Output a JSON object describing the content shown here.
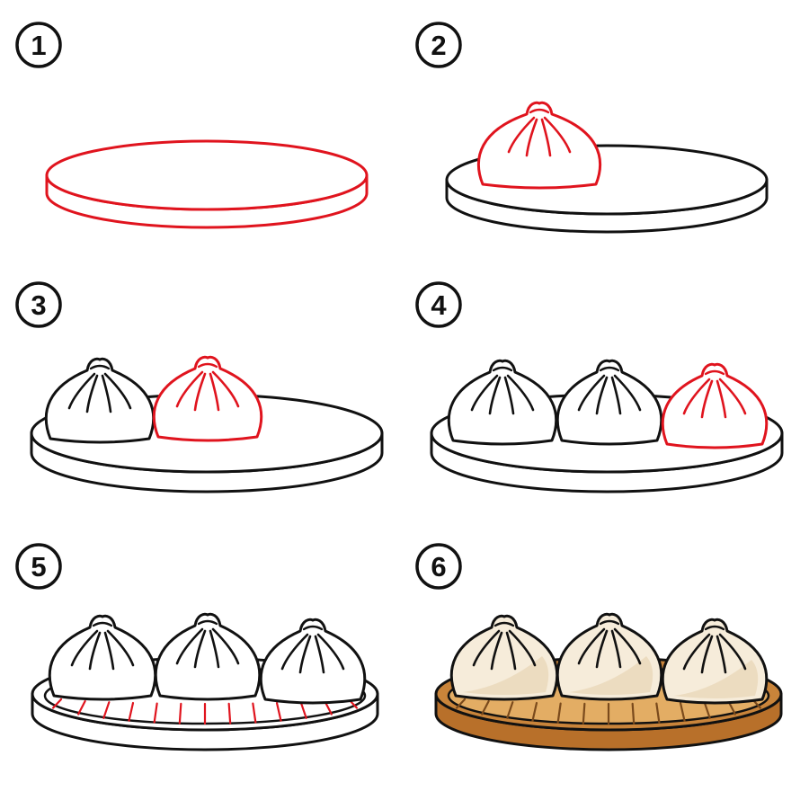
{
  "steps": [
    {
      "number": "1",
      "new_parts": [
        "plate"
      ],
      "plate": "plain",
      "buns": 0
    },
    {
      "number": "2",
      "new_parts": [
        "bun"
      ],
      "plate": "plain",
      "buns": 1
    },
    {
      "number": "3",
      "new_parts": [
        "bun"
      ],
      "plate": "plain",
      "buns": 2
    },
    {
      "number": "4",
      "new_parts": [
        "bun"
      ],
      "plate": "plain",
      "buns": 3
    },
    {
      "number": "5",
      "new_parts": [
        "slats"
      ],
      "plate": "slatted",
      "buns": 3
    },
    {
      "number": "6",
      "new_parts": [],
      "plate": "colored",
      "buns": 3
    }
  ],
  "colors": {
    "outline": "#111111",
    "new_stroke": "#e0141e",
    "plate_fill": "#c9843a",
    "plate_rim": "#e3ad64",
    "bun_fill": "#f6ecda",
    "bun_shade": "#ecdcc0",
    "background": "#ffffff"
  }
}
